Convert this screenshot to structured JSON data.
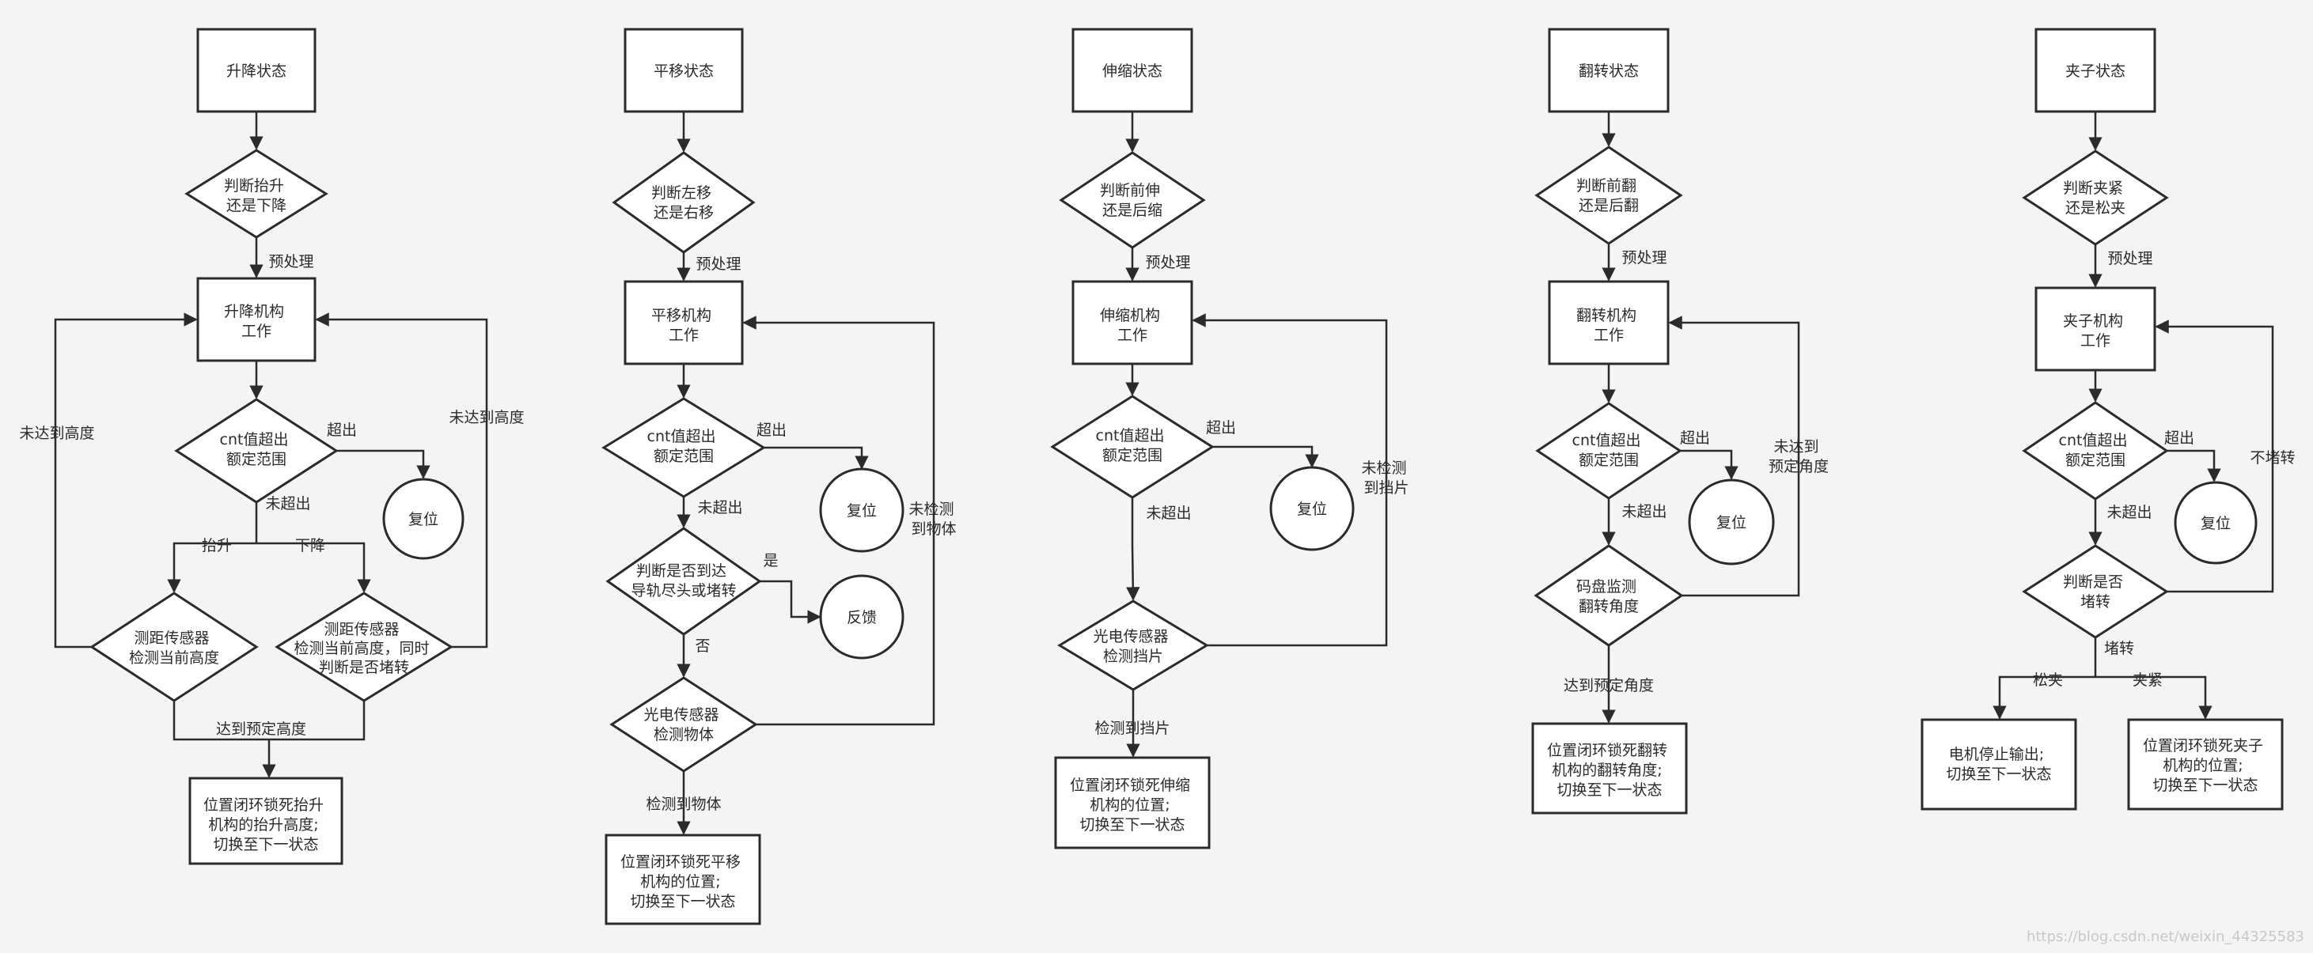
{
  "flows": {
    "lift": {
      "start": "升降状态",
      "judge": [
        "判断抬升",
        "还是下降"
      ],
      "preprocess": "预处理",
      "work": [
        "升降机构",
        "工作"
      ],
      "cnt_check": [
        "cnt值超出",
        "额定范围"
      ],
      "exceed": "超出",
      "reset": "复位",
      "not_exceed": "未超出",
      "raise": "抬升",
      "lower": "下降",
      "sensor_left": [
        "测距传感器",
        "检测当前高度"
      ],
      "sensor_right": [
        "测距传感器",
        "检测当前高度，同时",
        "判断是否堵转"
      ],
      "not_reached_left": "未达到高度",
      "not_reached_right": "未达到高度",
      "reached": "达到预定高度",
      "end": [
        "位置闭环锁死抬升",
        "机构的抬升高度;",
        "切换至下一状态"
      ]
    },
    "translate": {
      "start": "平移状态",
      "judge": [
        "判断左移",
        "还是右移"
      ],
      "preprocess": "预处理",
      "work": [
        "平移机构",
        "工作"
      ],
      "cnt_check": [
        "cnt值超出",
        "额定范围"
      ],
      "exceed": "超出",
      "reset": "复位",
      "not_exceed": "未超出",
      "rail_check": [
        "判断是否到达",
        "导轨尽头或堵转"
      ],
      "yes": "是",
      "feedback": "反馈",
      "no": "否",
      "sensor": [
        "光电传感器",
        "检测物体"
      ],
      "not_detected": [
        "未检测",
        "到物体"
      ],
      "detected": "检测到物体",
      "end": [
        "位置闭环锁死平移",
        "机构的位置;",
        "切换至下一状态"
      ]
    },
    "extend": {
      "start": "伸缩状态",
      "judge": [
        "判断前伸",
        "还是后缩"
      ],
      "preprocess": "预处理",
      "work": [
        "伸缩机构",
        "工作"
      ],
      "cnt_check": [
        "cnt值超出",
        "额定范围"
      ],
      "exceed": "超出",
      "reset": "复位",
      "not_exceed": "未超出",
      "sensor": [
        "光电传感器",
        "检测挡片"
      ],
      "not_detected": [
        "未检测",
        "到挡片"
      ],
      "detected": "检测到挡片",
      "end": [
        "位置闭环锁死伸缩",
        "机构的位置;",
        "切换至下一状态"
      ]
    },
    "flip": {
      "start": "翻转状态",
      "judge": [
        "判断前翻",
        "还是后翻"
      ],
      "preprocess": "预处理",
      "work": [
        "翻转机构",
        "工作"
      ],
      "cnt_check": [
        "cnt值超出",
        "额定范围"
      ],
      "exceed": "超出",
      "reset": "复位",
      "not_exceed": "未超出",
      "encoder": [
        "码盘监测",
        "翻转角度"
      ],
      "not_reached": [
        "未达到",
        "预定角度"
      ],
      "reached": "达到预定角度",
      "end": [
        "位置闭环锁死翻转",
        "机构的翻转角度;",
        "切换至下一状态"
      ]
    },
    "clamp": {
      "start": "夹子状态",
      "judge": [
        "判断夹紧",
        "还是松夹"
      ],
      "preprocess": "预处理",
      "work": [
        "夹子机构",
        "工作"
      ],
      "cnt_check": [
        "cnt值超出",
        "额定范围"
      ],
      "exceed": "超出",
      "reset": "复位",
      "not_exceed": "未超出",
      "stall_check": [
        "判断是否",
        "堵转"
      ],
      "not_stall": "不堵转",
      "stall": "堵转",
      "release": "松夹",
      "clamp": "夹紧",
      "end_left": [
        "电机停止输出;",
        "切换至下一状态"
      ],
      "end_right": [
        "位置闭环锁死夹子",
        "机构的位置;",
        "切换至下一状态"
      ]
    }
  },
  "watermark": "https://blog.csdn.net/weixin_44325583"
}
